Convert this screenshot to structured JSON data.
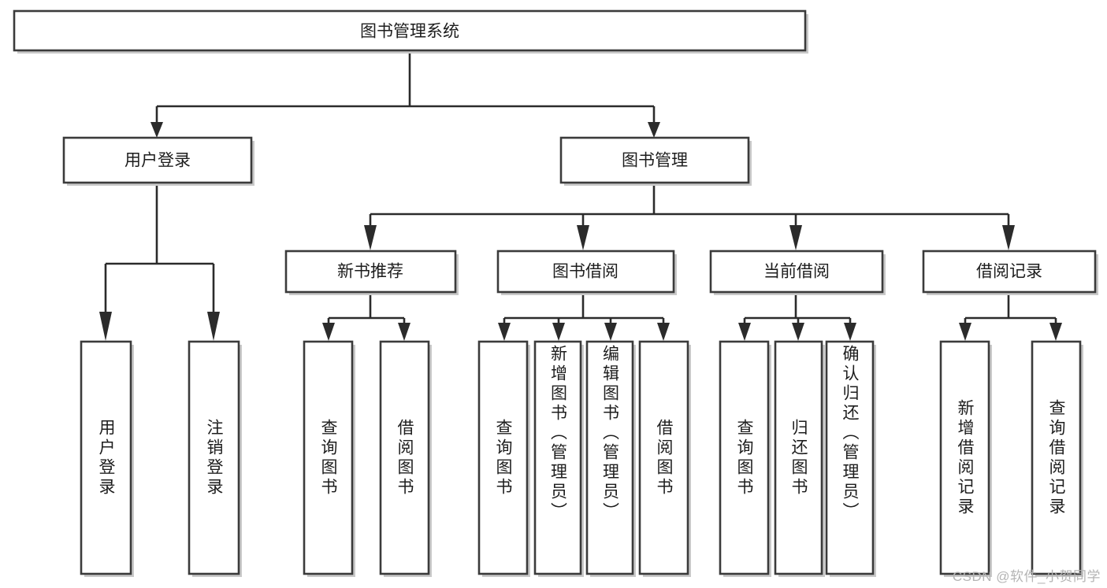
{
  "diagram": {
    "title": "图书管理系统",
    "type": "hierarchy-tree",
    "watermark": "CSDN @软件_小贺同学",
    "colors": {
      "box_fill": "#ffffff",
      "box_stroke": "#3b3b3b",
      "connector": "#2b2b2b",
      "text": "#1d1d1d",
      "watermark": "#b4b4b4",
      "shadow": "#c9c9c9"
    },
    "root": {
      "label": "图书管理系统"
    },
    "level2": [
      {
        "label": "用户登录"
      },
      {
        "label": "图书管理"
      }
    ],
    "level3": [
      {
        "label": "新书推荐"
      },
      {
        "label": "图书借阅"
      },
      {
        "label": "当前借阅"
      },
      {
        "label": "借阅记录"
      }
    ],
    "leaves": {
      "user_login": [
        {
          "label": "用户登录"
        },
        {
          "label": "注销登录"
        }
      ],
      "new_book_recommend": [
        {
          "label": "查询图书"
        },
        {
          "label": "借阅图书"
        }
      ],
      "book_borrow": [
        {
          "label": "查询图书"
        },
        {
          "label": "新增图书（管理员）"
        },
        {
          "label": "编辑图书（管理员）"
        },
        {
          "label": "借阅图书"
        }
      ],
      "current_borrow": [
        {
          "label": "查询图书"
        },
        {
          "label": "归还图书"
        },
        {
          "label": "确认归还（管理员）"
        }
      ],
      "borrow_record": [
        {
          "label": "新增借阅记录"
        },
        {
          "label": "查询借阅记录"
        }
      ]
    }
  }
}
